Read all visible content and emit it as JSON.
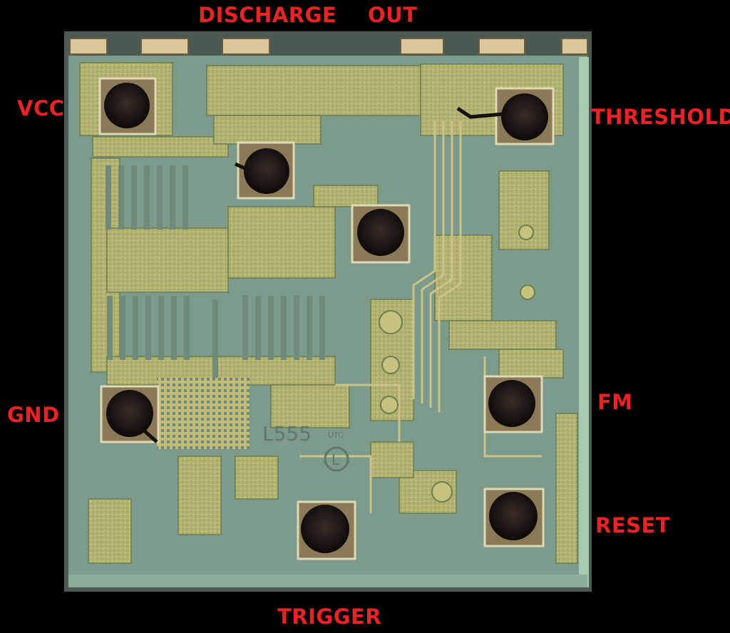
{
  "pin_labels": {
    "discharge": "DISCHARGE",
    "out": "OUT",
    "vcc": "VCC",
    "threshold": "THRESHOLD",
    "gnd": "GND",
    "fm": "FM",
    "reset": "RESET",
    "trigger": "TRIGGER"
  },
  "die_marking": {
    "part": "L555",
    "maker": "UTC",
    "logo_letter": "L"
  },
  "colors": {
    "background": "#000000",
    "label": "#ec2226",
    "substrate": "#7c9a8a",
    "metal": "#b4b270",
    "pad_dark": "#1c1a18"
  }
}
